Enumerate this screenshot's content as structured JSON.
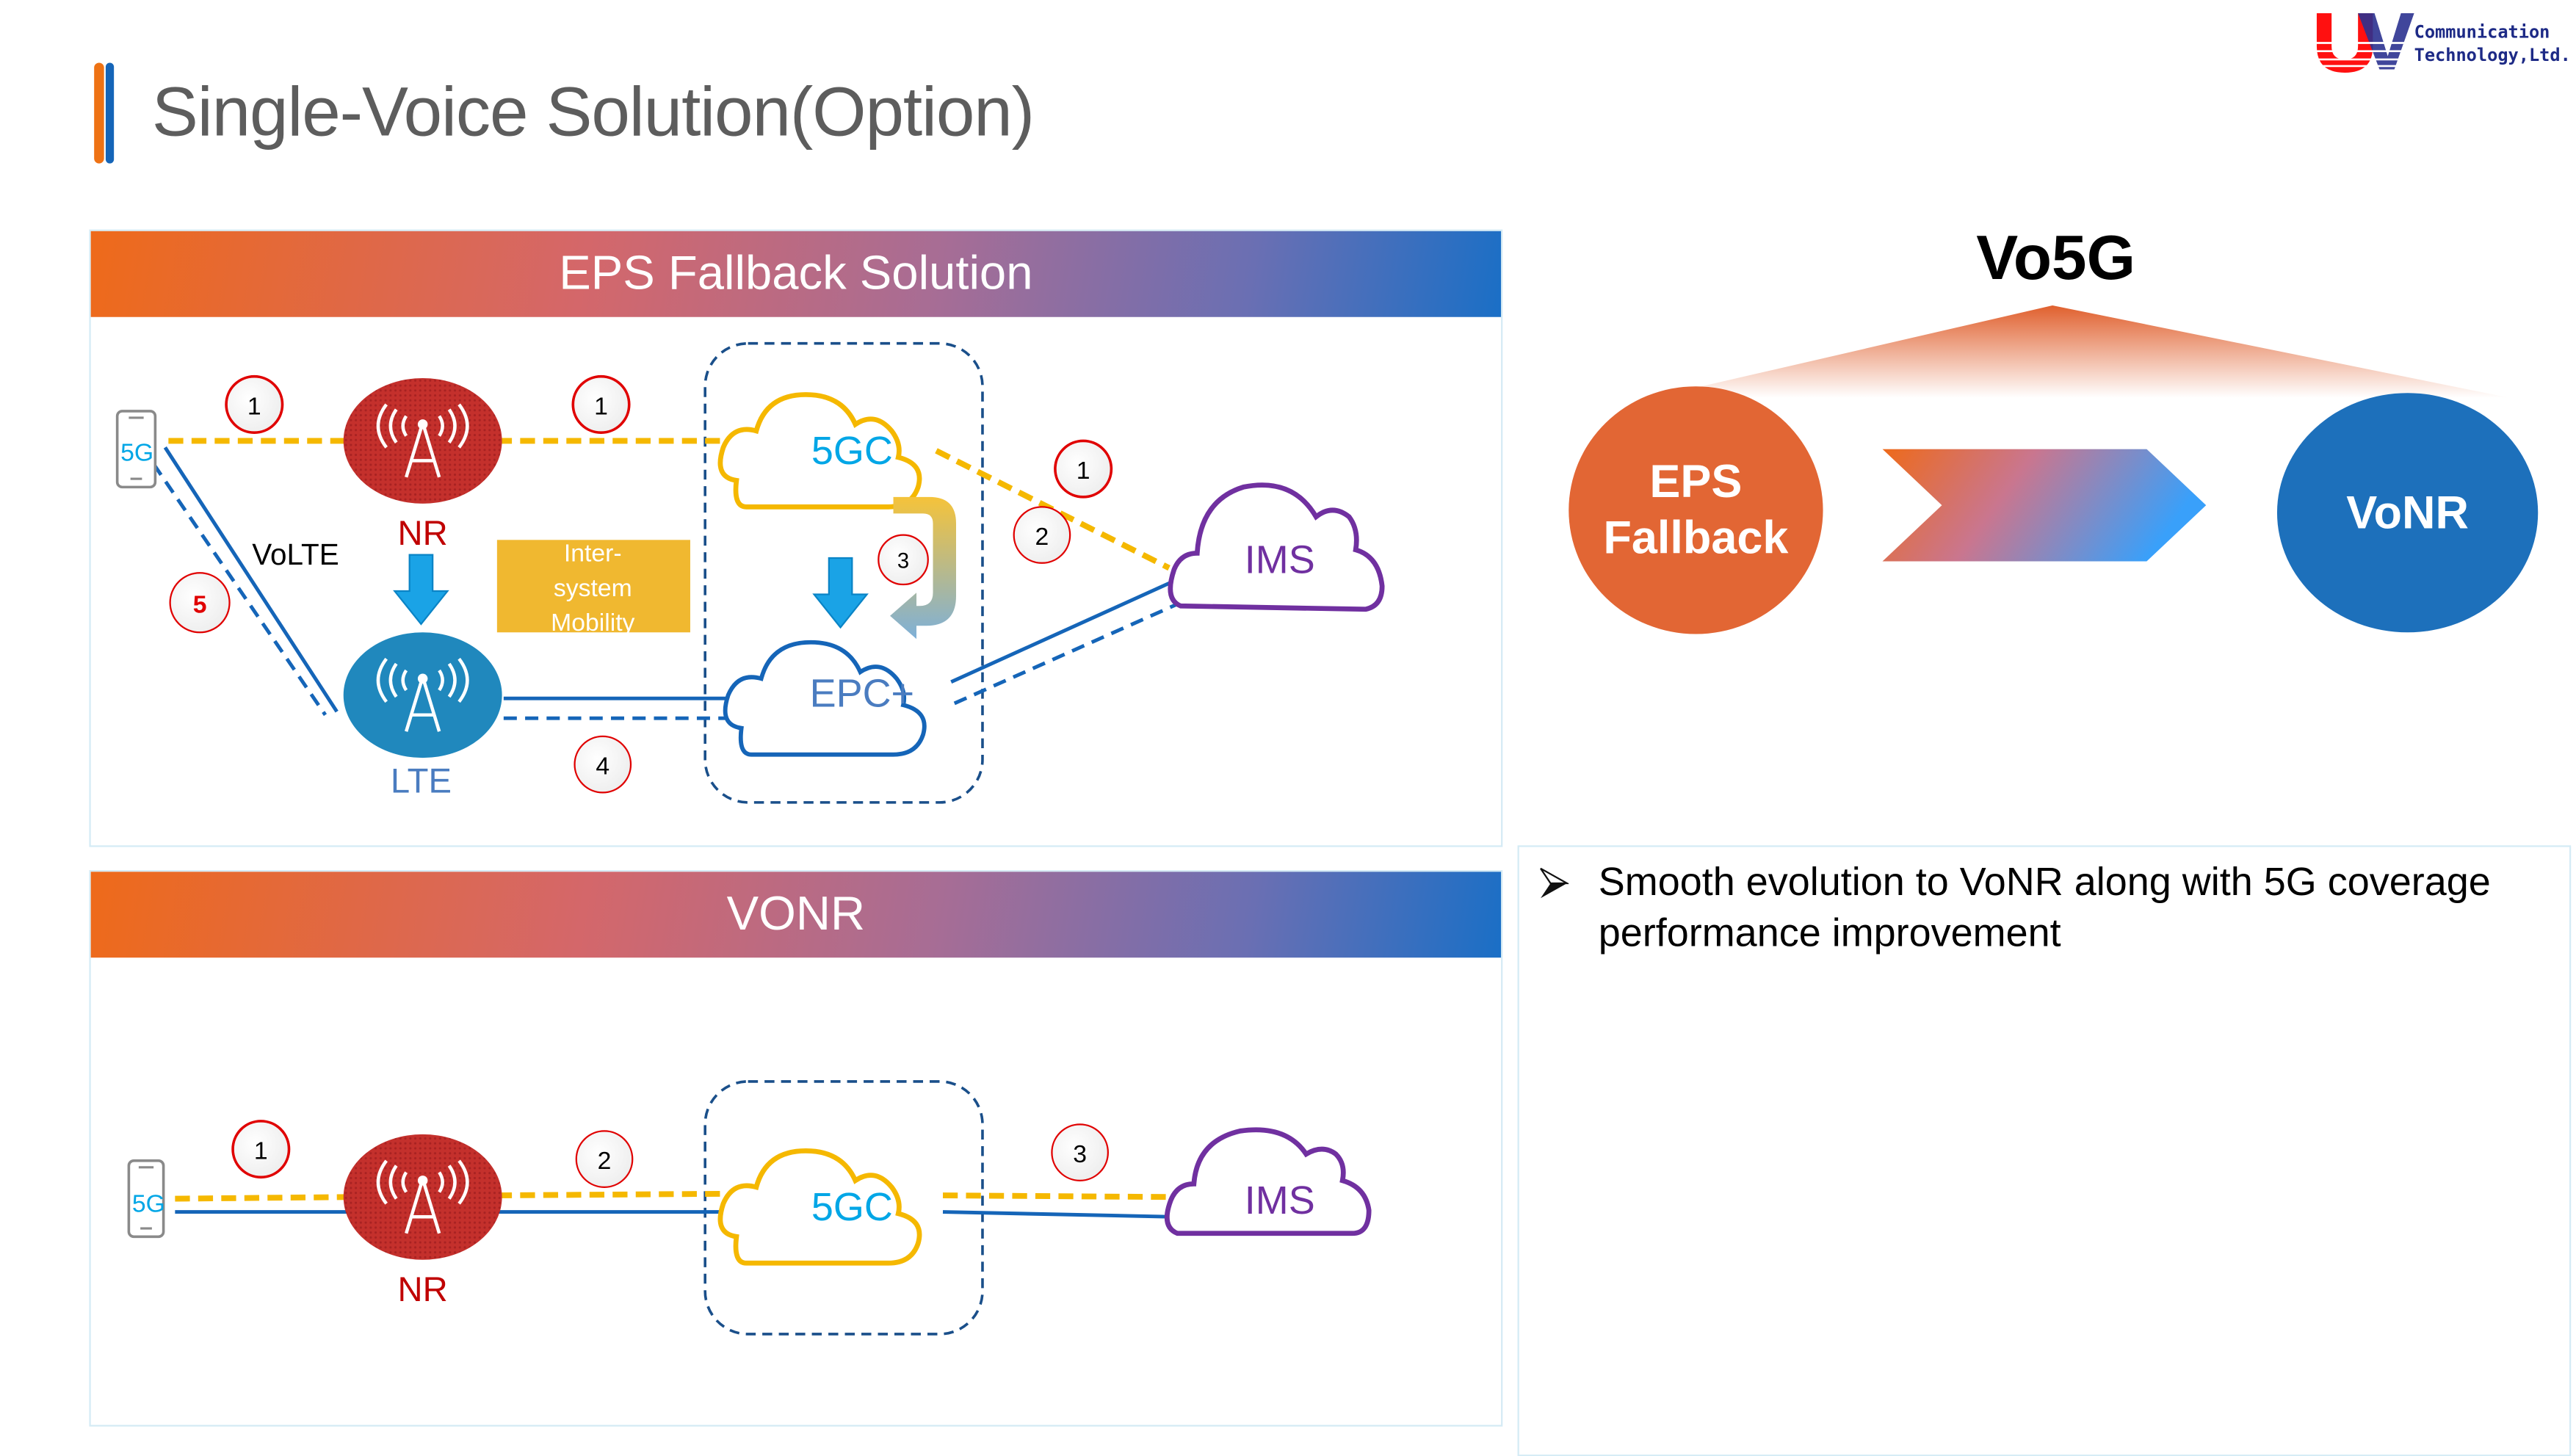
{
  "page": {
    "title": "Single-Voice Solution(Option)",
    "logo": {
      "mark": "UV",
      "line1": "Communication",
      "line2": "Technology,Ltd."
    }
  },
  "eps_panel": {
    "header": "EPS Fallback Solution",
    "nodes": {
      "ue_label": "5G",
      "nr_label": "NR",
      "lte_label": "LTE",
      "core_5gc": "5GC",
      "core_epc": "EPC+",
      "ims": "IMS",
      "volte_label": "VoLTE",
      "mobility_box": [
        "Inter-",
        "system",
        "Mobility"
      ]
    },
    "steps": [
      {
        "id": "ue-nr",
        "label": "1"
      },
      {
        "id": "nr-5gc",
        "label": "1"
      },
      {
        "id": "5gc-ims",
        "label": "1"
      },
      {
        "id": "ims-epc",
        "label": "2"
      },
      {
        "id": "interworking",
        "label": "3"
      },
      {
        "id": "lte-epc",
        "label": "4"
      },
      {
        "id": "ue-lte",
        "label": "5"
      }
    ]
  },
  "vonr_panel": {
    "header": "VONR",
    "nodes": {
      "ue_label": "5G",
      "nr_label": "NR",
      "core_5gc": "5GC",
      "ims": "IMS"
    },
    "steps": [
      {
        "id": "ue-nr",
        "label": "1"
      },
      {
        "id": "nr-5gc",
        "label": "2"
      },
      {
        "id": "5gc-ims",
        "label": "3"
      }
    ]
  },
  "vo5g": {
    "title": "Vo5G",
    "from_lines": [
      "EPS",
      "Fallback"
    ],
    "to": "VoNR"
  },
  "notes": {
    "bullets": [
      "Smooth evolution to VoNR along with 5G coverage performance improvement"
    ]
  },
  "colors": {
    "signal_yellow": "#f5b800",
    "bearer_blue": "#1565b8",
    "nr_red": "#c0282a",
    "lte_blue": "#2088bd",
    "ims_purple": "#7030a0",
    "cyan_text": "#00a6e6",
    "eps_orange": "#e26634",
    "vonr_blue": "#1d70bb"
  }
}
